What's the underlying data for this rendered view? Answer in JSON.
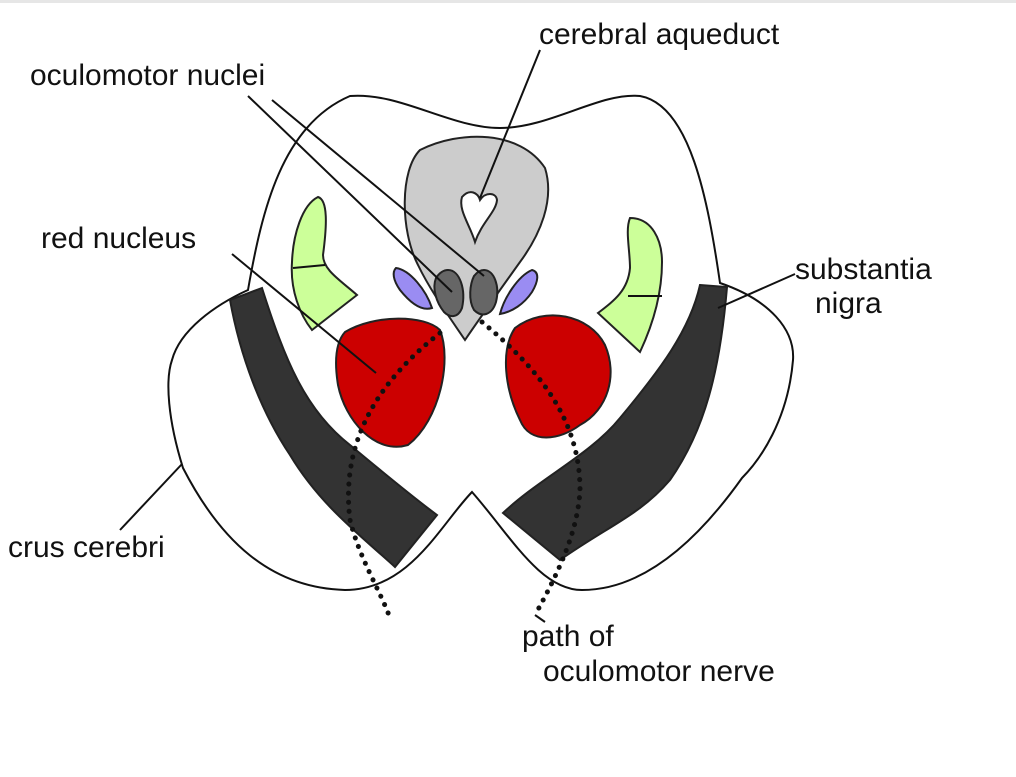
{
  "diagram": {
    "labels": {
      "cerebral_aqueduct": "cerebral aqueduct",
      "oculomotor_nuclei": "oculomotor nuclei",
      "red_nucleus": "red nucleus",
      "substantia_nigra_line1": "substantia",
      "substantia_nigra_line2": "nigra",
      "crus_cerebri": "crus cerebri",
      "nerve_path_line1": "path of",
      "nerve_path_line2": "oculomotor nerve"
    },
    "colors": {
      "periaqueductal_gray": "#cccccc",
      "oculomotor_nuclei": "#666666",
      "small_nucleus": "#9a8cf2",
      "substantia_nigra": "#333333",
      "red_nucleus": "#cc0000",
      "green_region": "#ccff99",
      "outline": "#111111"
    }
  }
}
